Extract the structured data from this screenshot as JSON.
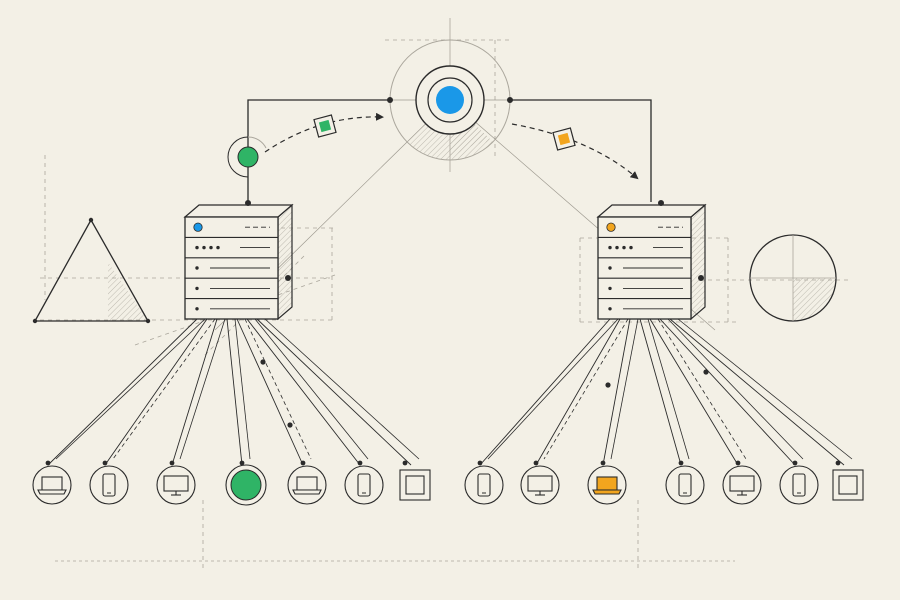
{
  "colors": {
    "background": "#f3f0e6",
    "ink": "#2b2b2b",
    "guide": "#a8a49a",
    "hub_blue": "#1a98e8",
    "accent_green": "#2fb466",
    "accent_orange": "#f2a51e"
  },
  "hub": {
    "icon": "hub-node-icon",
    "color": "blue"
  },
  "packets": [
    {
      "icon": "data-packet-icon",
      "color": "green",
      "direction": "server-a-to-hub"
    },
    {
      "icon": "data-packet-icon",
      "color": "orange",
      "direction": "hub-to-server-b"
    }
  ],
  "servers": [
    {
      "icon": "server-rack-icon",
      "status_led": "blue",
      "clients": [
        {
          "icon": "laptop-icon"
        },
        {
          "icon": "phone-icon"
        },
        {
          "icon": "monitor-icon"
        },
        {
          "icon": "active-node-icon",
          "highlight": "green"
        },
        {
          "icon": "laptop-icon"
        },
        {
          "icon": "phone-icon"
        },
        {
          "icon": "square-node-icon"
        }
      ]
    },
    {
      "icon": "server-rack-icon",
      "status_led": "orange",
      "clients": [
        {
          "icon": "phone-icon"
        },
        {
          "icon": "monitor-icon"
        },
        {
          "icon": "laptop-icon",
          "highlight": "orange"
        },
        {
          "icon": "phone-icon"
        },
        {
          "icon": "monitor-icon"
        },
        {
          "icon": "phone-icon"
        },
        {
          "icon": "square-node-icon"
        }
      ]
    }
  ],
  "decorations": [
    "triangle-shape",
    "circle-shape",
    "guide-lines"
  ]
}
